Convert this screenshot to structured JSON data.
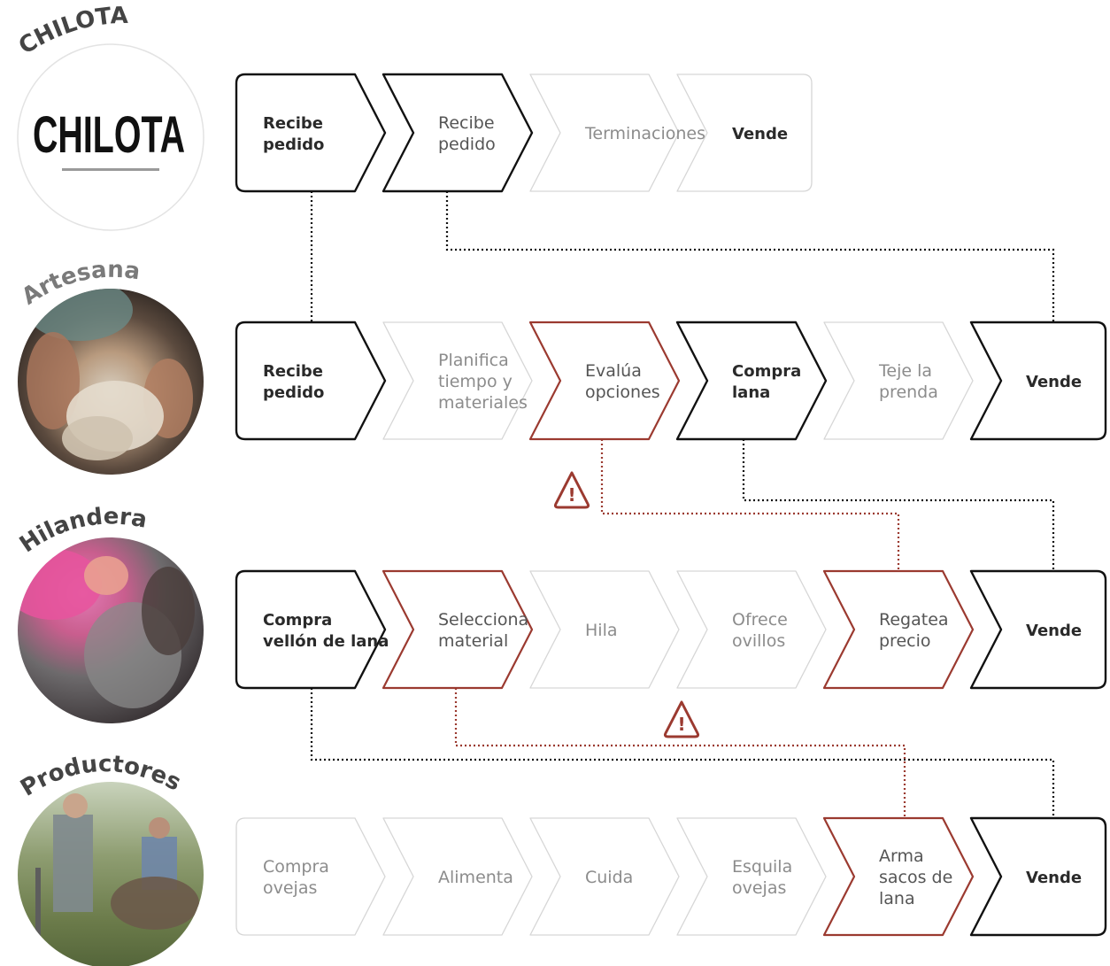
{
  "colors": {
    "strong": "#111111",
    "faint": "#d6d6d6",
    "alert": "#9b3a30",
    "title_dark": "#444444",
    "title_grey": "#7a7a7a"
  },
  "actors": [
    {
      "id": "chilota",
      "title": "CHILOTA",
      "logo_text": "CHILOTA",
      "photo": "chilota-logo",
      "steps": [
        {
          "label": [
            "Recibe",
            "pedido"
          ],
          "style": "strong",
          "bold": true
        },
        {
          "label": [
            "Recibe",
            "pedido"
          ],
          "style": "strong",
          "bold": false
        },
        {
          "label": [
            "Terminaciones"
          ],
          "style": "faint",
          "bold": false
        },
        {
          "label": [
            "Vende"
          ],
          "style": "faint",
          "bold": true
        }
      ]
    },
    {
      "id": "artesana",
      "title": "Artesana",
      "photo": "hands-knitting-photo",
      "steps": [
        {
          "label": [
            "Recibe",
            "pedido"
          ],
          "style": "strong",
          "bold": true
        },
        {
          "label": [
            "Planifica",
            "tiempo y",
            "materiales"
          ],
          "style": "faint",
          "bold": false
        },
        {
          "label": [
            "Evalúa",
            "opciones"
          ],
          "style": "alert",
          "bold": false
        },
        {
          "label": [
            "Compra",
            "lana"
          ],
          "style": "strong",
          "bold": true
        },
        {
          "label": [
            "Teje la",
            "prenda"
          ],
          "style": "faint",
          "bold": false
        },
        {
          "label": [
            "Vende"
          ],
          "style": "strong",
          "bold": true
        }
      ]
    },
    {
      "id": "hilandera",
      "title": "Hilandera",
      "photo": "spinning-wool-photo",
      "steps": [
        {
          "label": [
            "Compra",
            "vellón de lana"
          ],
          "style": "strong",
          "bold": true
        },
        {
          "label": [
            "Selecciona",
            "material"
          ],
          "style": "alert",
          "bold": false
        },
        {
          "label": [
            "Hila"
          ],
          "style": "faint",
          "bold": false
        },
        {
          "label": [
            "Ofrece",
            "ovillos"
          ],
          "style": "faint",
          "bold": false
        },
        {
          "label": [
            "Regatea",
            "precio"
          ],
          "style": "alert",
          "bold": false
        },
        {
          "label": [
            "Vende"
          ],
          "style": "strong",
          "bold": true
        }
      ]
    },
    {
      "id": "productores",
      "title": "Productores",
      "photo": "sheep-farmers-photo",
      "steps": [
        {
          "label": [
            "Compra",
            "ovejas"
          ],
          "style": "faint",
          "bold": false
        },
        {
          "label": [
            "Alimenta"
          ],
          "style": "faint",
          "bold": false
        },
        {
          "label": [
            "Cuida"
          ],
          "style": "faint",
          "bold": false
        },
        {
          "label": [
            "Esquila",
            "ovejas"
          ],
          "style": "faint",
          "bold": false
        },
        {
          "label": [
            "Arma",
            "sacos de",
            "lana"
          ],
          "style": "alert",
          "bold": false
        },
        {
          "label": [
            "Vende"
          ],
          "style": "strong",
          "bold": true
        }
      ]
    }
  ],
  "connectors": [
    {
      "id": "chilota-artesana-order",
      "style": "strong"
    },
    {
      "id": "chilota-artesana-sale",
      "style": "strong"
    },
    {
      "id": "artesana-hilandera-purchase",
      "style": "strong"
    },
    {
      "id": "artesana-hilandera-negotiation",
      "style": "alert"
    },
    {
      "id": "hilandera-productores-purchase",
      "style": "strong"
    },
    {
      "id": "hilandera-productores-negotiation",
      "style": "alert"
    }
  ],
  "warnings": [
    {
      "id": "warning-artesana",
      "icon": "warning-icon",
      "glyph": "!"
    },
    {
      "id": "warning-hilandera",
      "icon": "warning-icon",
      "glyph": "!"
    }
  ]
}
